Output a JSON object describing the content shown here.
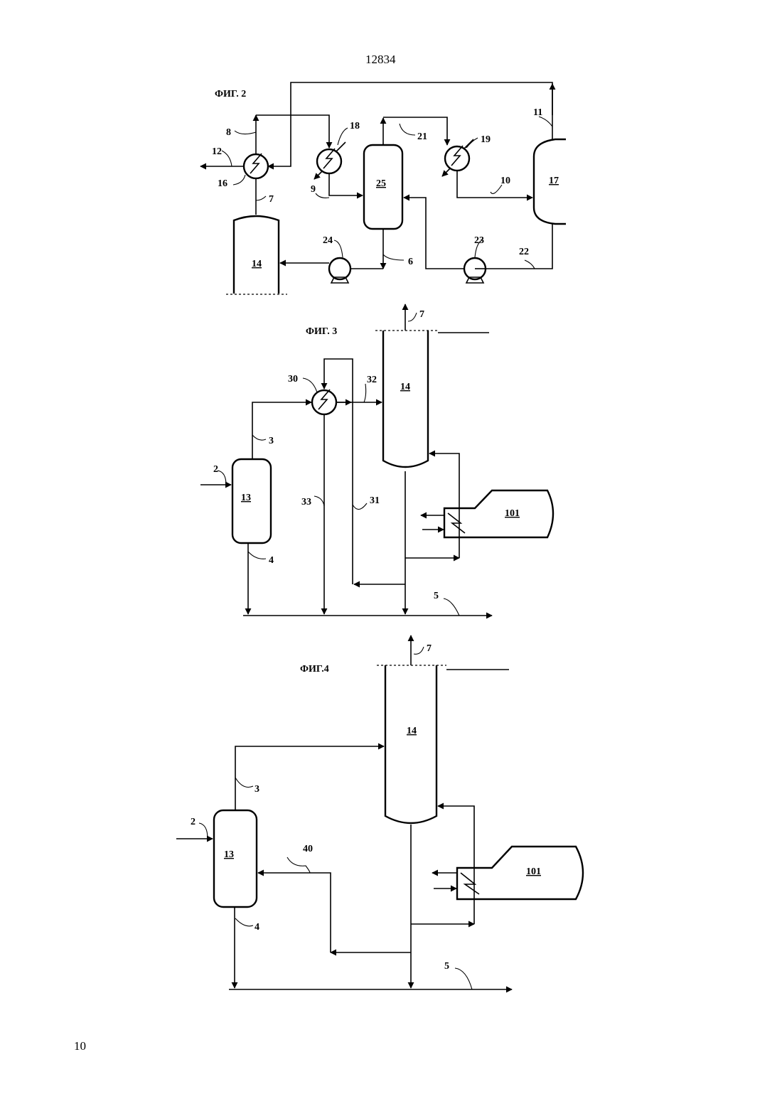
{
  "header": {
    "document_number": "12834"
  },
  "footer": {
    "page_number": "10"
  },
  "fig2": {
    "title": "ФИГ. 2",
    "labels": {
      "l8": "8",
      "l12": "12",
      "l16": "16",
      "l7": "7",
      "l18": "18",
      "l9": "9",
      "l21": "21",
      "l19": "19",
      "l10": "10",
      "l11": "11",
      "l24": "24",
      "l6": "6",
      "l23": "23",
      "l22": "22"
    },
    "units": {
      "u25": "25",
      "u17": "17",
      "u14": "14"
    }
  },
  "fig3": {
    "title": "ФИГ. 3",
    "labels": {
      "l7": "7",
      "l30": "30",
      "l32": "32",
      "l3": "3",
      "l2": "2",
      "l33": "33",
      "l31": "31",
      "l4": "4",
      "l5": "5"
    },
    "units": {
      "u14": "14",
      "u13": "13",
      "u101": "101"
    }
  },
  "fig4": {
    "title": "ФИГ.4",
    "labels": {
      "l7": "7",
      "l3": "3",
      "l2": "2",
      "l40": "40",
      "l4": "4",
      "l5": "5"
    },
    "units": {
      "u14": "14",
      "u13": "13",
      "u101": "101"
    }
  }
}
